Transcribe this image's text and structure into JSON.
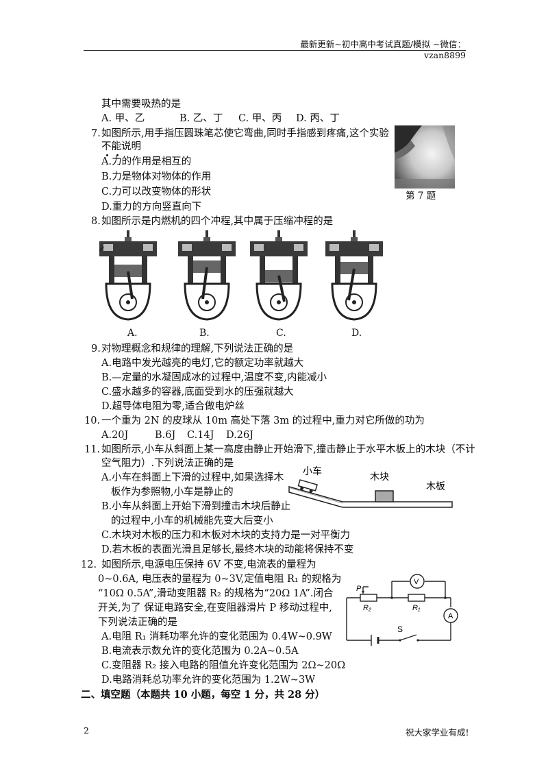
{
  "header": {
    "text": "最新更新~初中高中考试真题/模拟 ~微信： vzan8899"
  },
  "q6": {
    "stem_tail": "其中需要吸热的是",
    "options": [
      "A.  甲、乙",
      "B.  乙、丁",
      "C.  甲、丙",
      "D.  丙、丁"
    ]
  },
  "q7": {
    "number": "7.",
    "stem": "如图所示,用手指压圆珠笔芯使它弯曲,同时手指感到疼痛,这个实验",
    "stem2": "不能说明",
    "options": [
      "A.力的作用是相互的",
      "B.力是物体对物体的作用",
      "C.力可以改变物体的形状",
      "D.重力的方向竖直向下"
    ],
    "figure_caption": "第 7 题"
  },
  "q8": {
    "number": "8.",
    "stem": "如图所示是内燃机的四个冲程,其中属于压缩冲程的是",
    "labels": [
      "A.",
      "B.",
      "C.",
      "D."
    ]
  },
  "q9": {
    "number": "9.",
    "stem": "对物理概念和规律的理解,下列说法正确的是",
    "options": [
      "A.电路中发光越亮的电灯,它的额定功率就越大",
      "B.—定量的水凝固成冰的过程中,温度不变,内能减小",
      "C.盛水越多的容器,底面受到水的压强就越大",
      "D.超导体电阻为零,适合做电炉丝"
    ]
  },
  "q10": {
    "number": "10.",
    "stem": "一个重为 2N 的皮球从 10m 高处下落 3m 的过程中,重力对它所做的功为",
    "options": [
      "A.20J",
      "B.6J",
      "C.14J",
      "D.26J"
    ]
  },
  "q11": {
    "number": "11.",
    "stem": "如图所示,小车从斜面上某一高度由静止开始滑下,撞击静止于水平木板上的木块（不计",
    "stem2": "空气阻力）.下列说法正确的是",
    "options": [
      "A.小车在斜面上下滑的过程中,如果选择木",
      "板作为参照物,小车是静止的",
      "B.小车从斜面上开始下滑到撞击木块后静止",
      "的过程中,小车的机械能先变大后变小",
      "C.木块对木板的压力和木板对木块的支持力是一对平衡力",
      "D.若木板的表面光滑且足够长,最终木块的动能将保持不变"
    ],
    "figure_labels": {
      "cart": "小车",
      "block": "木块",
      "board": "木板"
    }
  },
  "q12": {
    "number": "12.",
    "stem": "如图所示,电源电压保持 6V 不变,电流表的量程为",
    "stem2": "0~0.6A, 电压表的量程为 0~3V,定值电阻 R₁ 的规格为",
    "stem3": "“10Ω    0.5A”,滑动变阻器 R₂ 的规格为“20Ω 1A”.闭合",
    "stem4": "开关,为了 保证电路安全,在变阻器滑片 P 移动过程中,",
    "stem5": "下列说法正确的是",
    "options": [
      "A.电阻 R₁ 消耗功率允许的变化范围为 0.4W~0.9W",
      "B.电流表示数允许的变化范围为 0.2A~0.5A",
      "C.变阻器 R₂ 接入电路的阻值允许变化范围为 2Ω~20Ω",
      "D.电路消耗总功率允许的变化范围为 1.2W~3W"
    ],
    "circuit_labels": {
      "voltmeter": "V",
      "ammeter": "A",
      "slider": "P",
      "r2": "R₂",
      "r1": "R₁",
      "switch": "S"
    }
  },
  "section2": {
    "title": "二、填空题（本题共 10 小题，每空 1 分，共 28 分）"
  },
  "footer": {
    "page_number": "2",
    "slogan": "祝大家学业有成!"
  }
}
